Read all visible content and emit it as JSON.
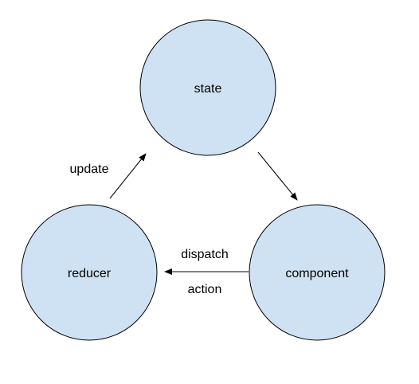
{
  "colors": {
    "node_fill": "#cfe2f3",
    "node_stroke": "#000000",
    "arrow": "#000000",
    "background": "#ffffff"
  },
  "nodes": {
    "state": {
      "label": "state"
    },
    "component": {
      "label": "component"
    },
    "reducer": {
      "label": "reducer"
    }
  },
  "edges": {
    "state_to_component": {
      "from": "state",
      "to": "component"
    },
    "component_to_reducer": {
      "from": "component",
      "to": "reducer",
      "labels": [
        "dispatch",
        "action"
      ]
    },
    "reducer_to_state": {
      "from": "reducer",
      "to": "state",
      "label": "update"
    }
  }
}
